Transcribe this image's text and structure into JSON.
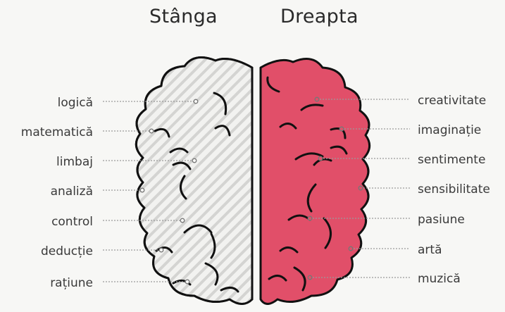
{
  "headings": {
    "left": "Stânga",
    "right": "Dreapta"
  },
  "left_labels": [
    "logică",
    "matematică",
    "limbaj",
    "analiză",
    "control",
    "deducție",
    "rațiune"
  ],
  "right_labels": [
    "creativitate",
    "imaginație",
    "sentimente",
    "sensibilitate",
    "pasiune",
    "artă",
    "muzică"
  ],
  "colors": {
    "left_hemisphere": "#e8e8e8",
    "right_hemisphere": "#e14f69",
    "outline": "#111111",
    "leader_line": "#9a9a9a"
  }
}
